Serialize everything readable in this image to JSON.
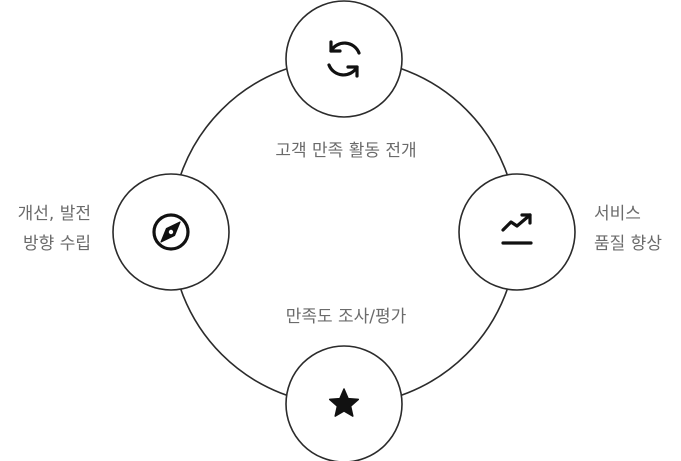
{
  "nodes": {
    "top": {
      "icon": "refresh-icon"
    },
    "right": {
      "icon": "trending-up-icon",
      "label_lines": [
        "서비스",
        "품질 향상"
      ]
    },
    "bottom": {
      "icon": "star-icon"
    },
    "left": {
      "icon": "compass-icon",
      "label_lines": [
        "개선, 발전",
        "방향 수립"
      ]
    }
  },
  "inner_labels": {
    "upper": "고객 만족 활동 전개",
    "lower": "만족도 조사/평가"
  },
  "colors": {
    "stroke": "#2b2b2b",
    "text": "#6b6b6b",
    "background": "#ffffff"
  }
}
